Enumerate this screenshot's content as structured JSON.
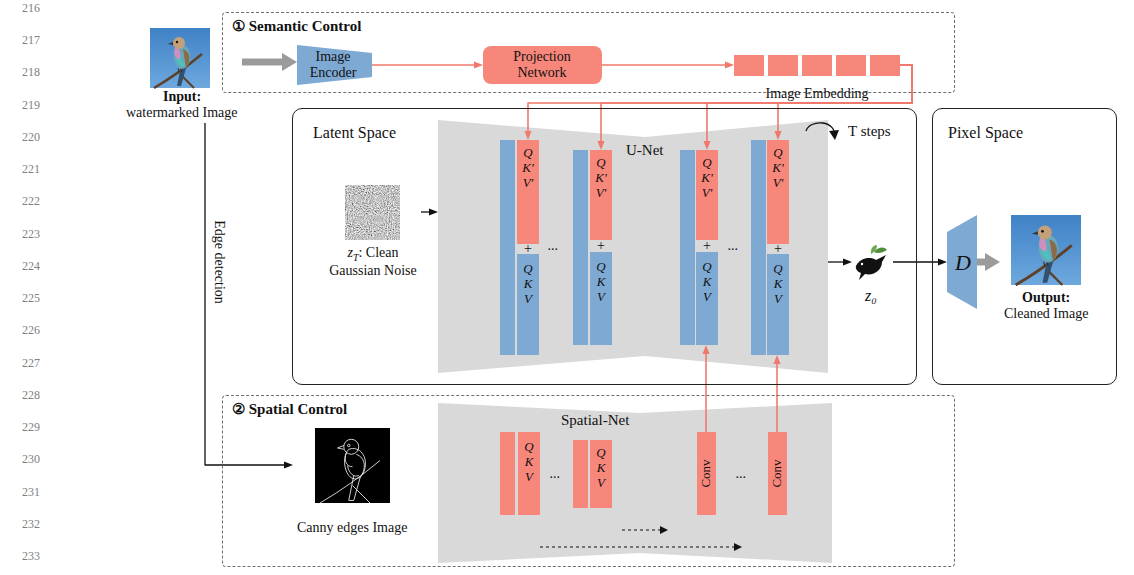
{
  "diagram": {
    "nodes": [
      {
        "text": [
          "① Semantic Control"
        ]
      },
      {
        "text": [
          "Image Encoder"
        ],
        "in": 0
      },
      {
        "text": [
          "Projection Network"
        ],
        "in": 0
      },
      {
        "text": [
          "Image Embedding"
        ],
        "in": 0
      },
      {
        "text": [
          "Input:",
          "watermarked Image"
        ]
      },
      {
        "text": [
          "Latent Space"
        ]
      },
      {
        "text": [
          "z",
          "T",
          ": Clean Gaussian Noise"
        ],
        "in": 5
      },
      {
        "text": [
          "U-Net"
        ],
        "in": 5
      },
      {
        "text": [
          "Q K' V'"
        ],
        "in": 7
      },
      {
        "text": [
          "Q K V"
        ],
        "in": 7
      },
      {
        "text": [
          "Q K' V'"
        ],
        "in": 7
      },
      {
        "text": [
          "Q K V"
        ],
        "in": 7
      },
      {
        "text": [
          "Q K' V'"
        ],
        "in": 7
      },
      {
        "text": [
          "Q K V"
        ],
        "in": 7
      },
      {
        "text": [
          "Q K' V'"
        ],
        "in": 7
      },
      {
        "text": [
          "Q K V"
        ],
        "in": 7
      },
      {
        "text": [
          "z₀"
        ],
        "in": 5
      },
      {
        "text": [
          "Pixel Space"
        ]
      },
      {
        "text": [
          "D"
        ],
        "in": 17
      },
      {
        "text": [
          "Output:",
          "Cleaned Image"
        ],
        "in": 17
      },
      {
        "text": [
          "② Spatial Control"
        ]
      },
      {
        "text": [
          "Canny edges Image"
        ],
        "in": 20
      },
      {
        "text": [
          "Spatial-Net"
        ],
        "in": 20
      },
      {
        "text": [
          "Q K V"
        ],
        "in": 22
      },
      {
        "text": [
          "Q K V"
        ],
        "in": 22
      },
      {
        "text": [
          "Conv"
        ],
        "in": 22
      },
      {
        "text": [
          "Conv"
        ],
        "in": 22
      }
    ],
    "edges": [
      {
        "from": 4,
        "to": 1,
        "arrow": "to"
      },
      {
        "from": 1,
        "to": 2,
        "arrow": "to"
      },
      {
        "from": 2,
        "to": 3,
        "arrow": "to"
      },
      {
        "from": 3,
        "to": 8,
        "arrow": "to"
      },
      {
        "from": 3,
        "to": 10,
        "arrow": "to"
      },
      {
        "from": 3,
        "to": 12,
        "arrow": "to"
      },
      {
        "from": 3,
        "to": 14,
        "arrow": "to"
      },
      {
        "from": 6,
        "to": 7,
        "arrow": "to"
      },
      {
        "from": 7,
        "to": 16,
        "arrow": "to"
      },
      {
        "from": 16,
        "to": 18,
        "arrow": "to"
      },
      {
        "from": 18,
        "to": 19,
        "arrow": "to"
      },
      {
        "from": 4,
        "to": 21,
        "label": "Edge detection",
        "arrow": "to"
      },
      {
        "from": 25,
        "to": 13,
        "arrow": "to"
      },
      {
        "from": 26,
        "to": 15,
        "arrow": "to"
      }
    ],
    "labels": [
      "216",
      "217",
      "218",
      "219",
      "220",
      "221",
      "222",
      "223",
      "224",
      "225",
      "226",
      "227",
      "228",
      "229",
      "230",
      "231",
      "232",
      "233",
      "+",
      "+",
      "+",
      "+",
      "...",
      "...",
      "...",
      "...",
      "T steps"
    ]
  }
}
